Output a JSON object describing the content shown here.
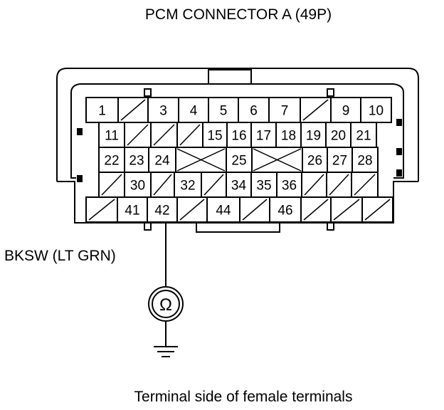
{
  "title": "PCM CONNECTOR A (49P)",
  "wire_label": "BKSW (LT GRN)",
  "meter_symbol": "Ω",
  "ground_symbol": "ground-icon",
  "caption": "Terminal side of female terminals",
  "connector": {
    "rows": [
      [
        "1",
        "",
        "3",
        "4",
        "5",
        "6",
        "7",
        "",
        "9",
        "10"
      ],
      [
        "11",
        "",
        "",
        "",
        "15",
        "16",
        "17",
        "18",
        "19",
        "20",
        "21"
      ],
      [
        "22",
        "23",
        "24",
        "",
        "25",
        "",
        "26",
        "27",
        "28"
      ],
      [
        "",
        "30",
        "",
        "32",
        "",
        "34",
        "35",
        "36",
        "",
        "",
        ""
      ],
      [
        "",
        "41",
        "42",
        "",
        "44",
        "",
        "46",
        "",
        "",
        ""
      ]
    ],
    "probed_terminal": "42"
  },
  "colors": {
    "line": "#000000",
    "background": "#ffffff"
  }
}
